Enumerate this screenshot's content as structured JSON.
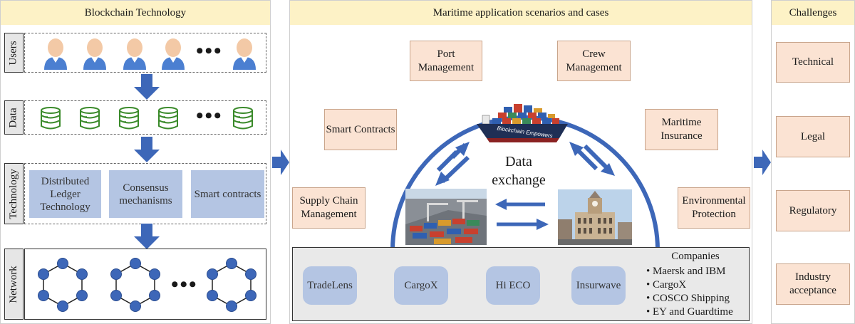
{
  "panels": {
    "left_title": "Blockchain Technology",
    "middle_title": "Maritime application scenarios and cases",
    "right_title": "Challenges"
  },
  "layers": {
    "users": "Users",
    "data": "Data",
    "technology": "Technology",
    "network": "Network"
  },
  "icons": {
    "user": "user-person-icon",
    "database": "database-icon",
    "network_node": "hexagon-network-icon",
    "ellipsis": "ellipsis-dots",
    "ship": "container-ship-icon",
    "port": "container-port-icon",
    "building": "customs-building-icon"
  },
  "technology_boxes": [
    "Distributed Ledger Technology",
    "Consensus mechanisms",
    "Smart contracts"
  ],
  "scenarios": {
    "port": "Port Management",
    "crew": "Crew Management",
    "smart_contracts": "Smart Contracts",
    "insurance": "Maritime Insurance",
    "supply_chain": "Supply Chain Management",
    "environment": "Environmental Protection"
  },
  "center": {
    "label": "Data exchange",
    "ship_text": "Blockchain Empowers"
  },
  "platforms": [
    "TradeLens",
    "CargoX",
    "Hi ECO",
    "Insurwave"
  ],
  "companies": {
    "title": "Companies",
    "items": [
      "Maersk and IBM",
      "CargoX",
      "COSCO Shipping",
      "EY and Guardtime"
    ]
  },
  "challenges": [
    "Technical",
    "Legal",
    "Regulatory",
    "Industry acceptance"
  ],
  "colors": {
    "header": "#fdf2c6",
    "scenario": "#fbe3d3",
    "tech": "#b4c5e3",
    "arrow": "#3d67b8",
    "db": "#3a8a2a",
    "node": "#3d67b8"
  }
}
